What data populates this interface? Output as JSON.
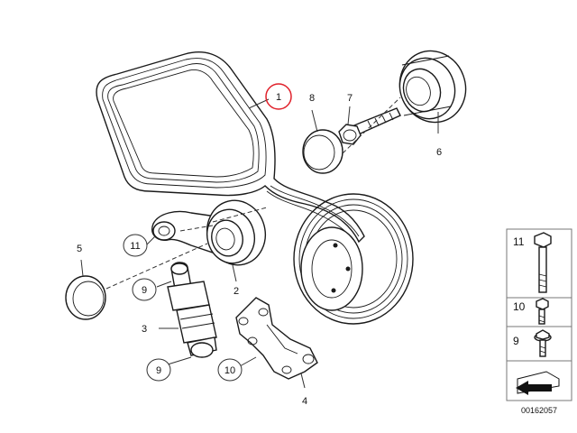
{
  "callouts": {
    "belt": "1",
    "tensioner_pulley": "2",
    "shock_absorber": "3",
    "tensioner_bracket": "4",
    "cap_left": "5",
    "idler_pulley": "6",
    "bolt": "7",
    "cap_right": "8",
    "screw_upper": "9",
    "screw_lower": "9",
    "bolt_bracket": "10",
    "bolt_arm": "11"
  },
  "legend": {
    "row_top": "11",
    "row_mid": "10",
    "row_bottom": "9"
  },
  "document_number": "00162057",
  "colors": {
    "highlight_ring": "#e0202a",
    "line": "#1a1a1a",
    "legend_border": "#777777",
    "arrow_fill": "#111111"
  },
  "icons": {
    "legend_corner": "arrow-icon"
  }
}
